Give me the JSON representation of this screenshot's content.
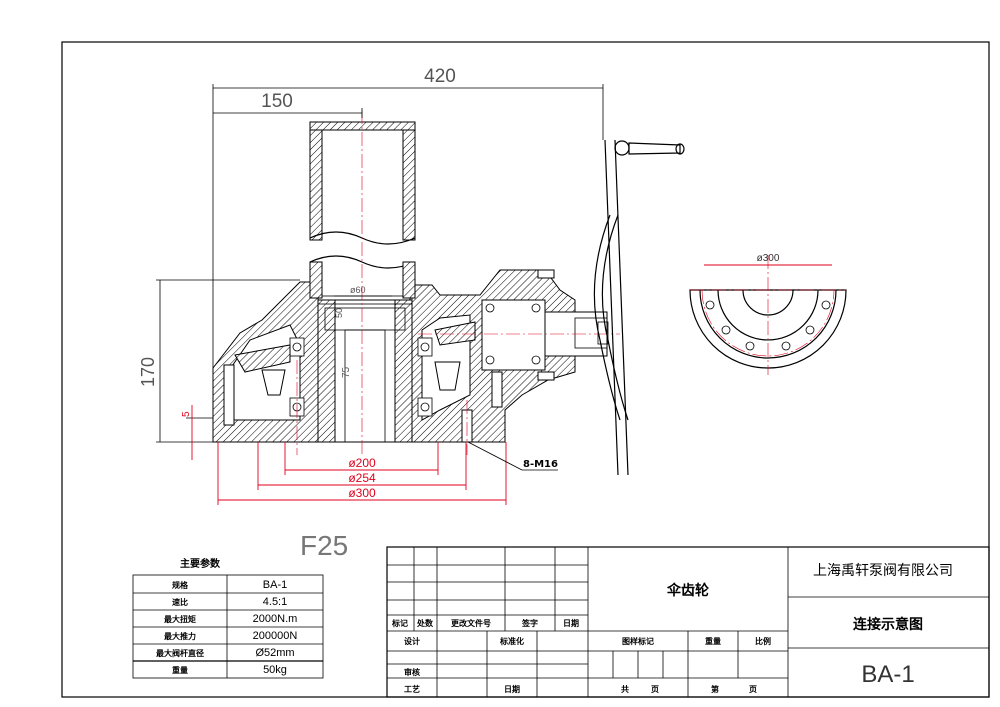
{
  "drawing": {
    "dimensions": {
      "overall_length": "420",
      "shaft_offset": "150",
      "height": "170",
      "spigot": "5",
      "bore": "ø60",
      "key_depth": "50",
      "bore_depth": "75",
      "d200": "ø200",
      "d254": "ø254",
      "d300": "ø300",
      "bolts": "8-M16",
      "flange_dia": "ø300",
      "flange_code": "F25"
    }
  },
  "params": {
    "title": "主要参数",
    "rows": [
      {
        "label": "规格",
        "value": "BA-1"
      },
      {
        "label": "速比",
        "value": "4.5:1"
      },
      {
        "label": "最大扭矩",
        "value": "2000N.m"
      },
      {
        "label": "最大推力",
        "value": "200000N"
      },
      {
        "label": "最大阀杆直径",
        "value": "Ø52mm"
      },
      {
        "label": "重量",
        "value": "50kg"
      }
    ]
  },
  "title_block": {
    "rev_headers": [
      "标记",
      "处数",
      "更改文件号",
      "签字",
      "日期"
    ],
    "design": "设计",
    "standardize": "标准化",
    "review": "审核",
    "process": "工艺",
    "date": "日期",
    "sample_mark": "图样标记",
    "weight": "重量",
    "scale": "比例",
    "total": "共",
    "page": "页",
    "sheet": "第",
    "page2": "页",
    "part_name": "伞齿轮",
    "company": "上海禹轩泵阀有限公司",
    "drawing_title": "连接示意图",
    "drawing_no": "BA-1"
  },
  "colors": {
    "dimension": "#e0001b",
    "line": "#000000"
  }
}
